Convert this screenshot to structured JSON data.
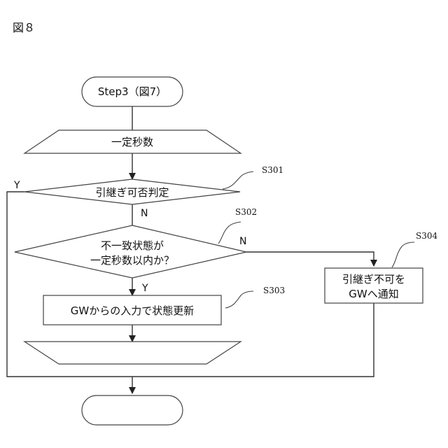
{
  "figure_label": "図８",
  "nodes": {
    "start": "Step3（図7）",
    "loop_start": "一定秒数",
    "decision1": "引継ぎ可否判定",
    "decision2_line1": "不一致状態が",
    "decision2_line2": "一定秒数以内か？",
    "process1": "GWからの入力で状態更新",
    "process2_line1": "引継ぎ不可を",
    "process2_line2": "GWへ通知",
    "end": ""
  },
  "step_labels": {
    "s301": "S301",
    "s302": "S302",
    "s303": "S303",
    "s304": "S304"
  },
  "branch_labels": {
    "d1_yes": "Y",
    "d1_no": "N",
    "d2_yes": "Y",
    "d2_no": "N"
  }
}
